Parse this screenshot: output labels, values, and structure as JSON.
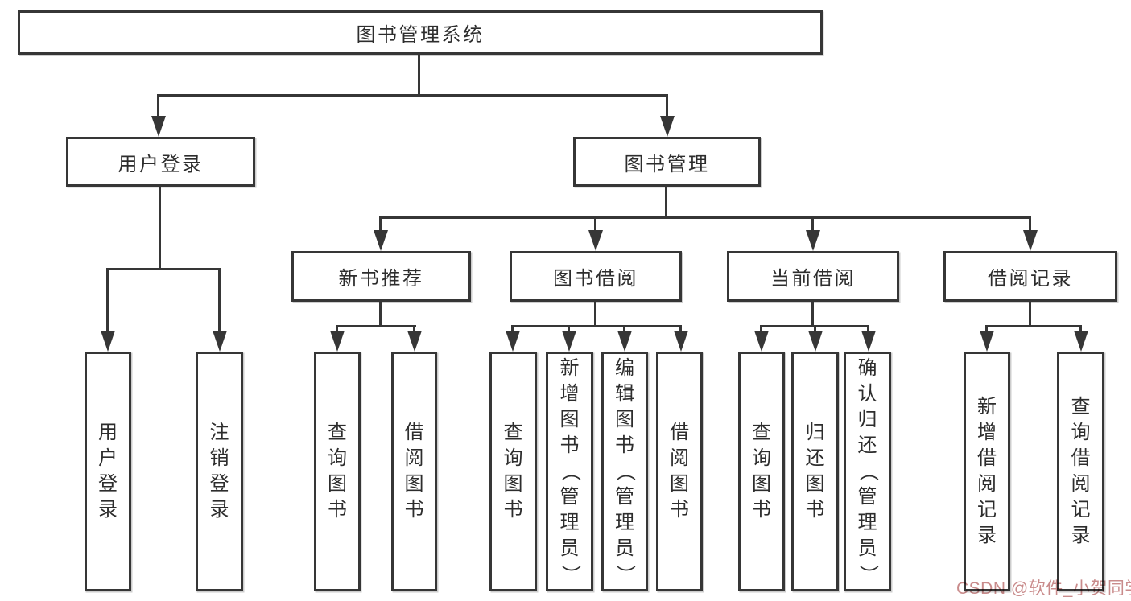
{
  "colors": {
    "line": "#363636",
    "text": "#2d2d2d",
    "background": "#ffffff",
    "watermark": "#c98b8b"
  },
  "diagram": {
    "root": {
      "label": "图书管理系统"
    },
    "branches": [
      {
        "label": "用户登录",
        "children": [
          {
            "label": "用户登录"
          },
          {
            "label": "注销登录"
          }
        ]
      },
      {
        "label": "图书管理",
        "groups": [
          {
            "label": "新书推荐",
            "children": [
              {
                "label": "查询图书"
              },
              {
                "label": "借阅图书"
              }
            ]
          },
          {
            "label": "图书借阅",
            "children": [
              {
                "label": "查询图书"
              },
              {
                "label": "新增图书（管理员）"
              },
              {
                "label": "编辑图书（管理员）"
              },
              {
                "label": "借阅图书"
              }
            ]
          },
          {
            "label": "当前借阅",
            "children": [
              {
                "label": "查询图书"
              },
              {
                "label": "归还图书"
              },
              {
                "label": "确认归还（管理员）"
              }
            ]
          },
          {
            "label": "借阅记录",
            "children": [
              {
                "label": "新增借阅记录"
              },
              {
                "label": "查询借阅记录"
              }
            ]
          }
        ]
      }
    ]
  },
  "watermark": {
    "text": "CSDN @软件_小贺同学"
  }
}
